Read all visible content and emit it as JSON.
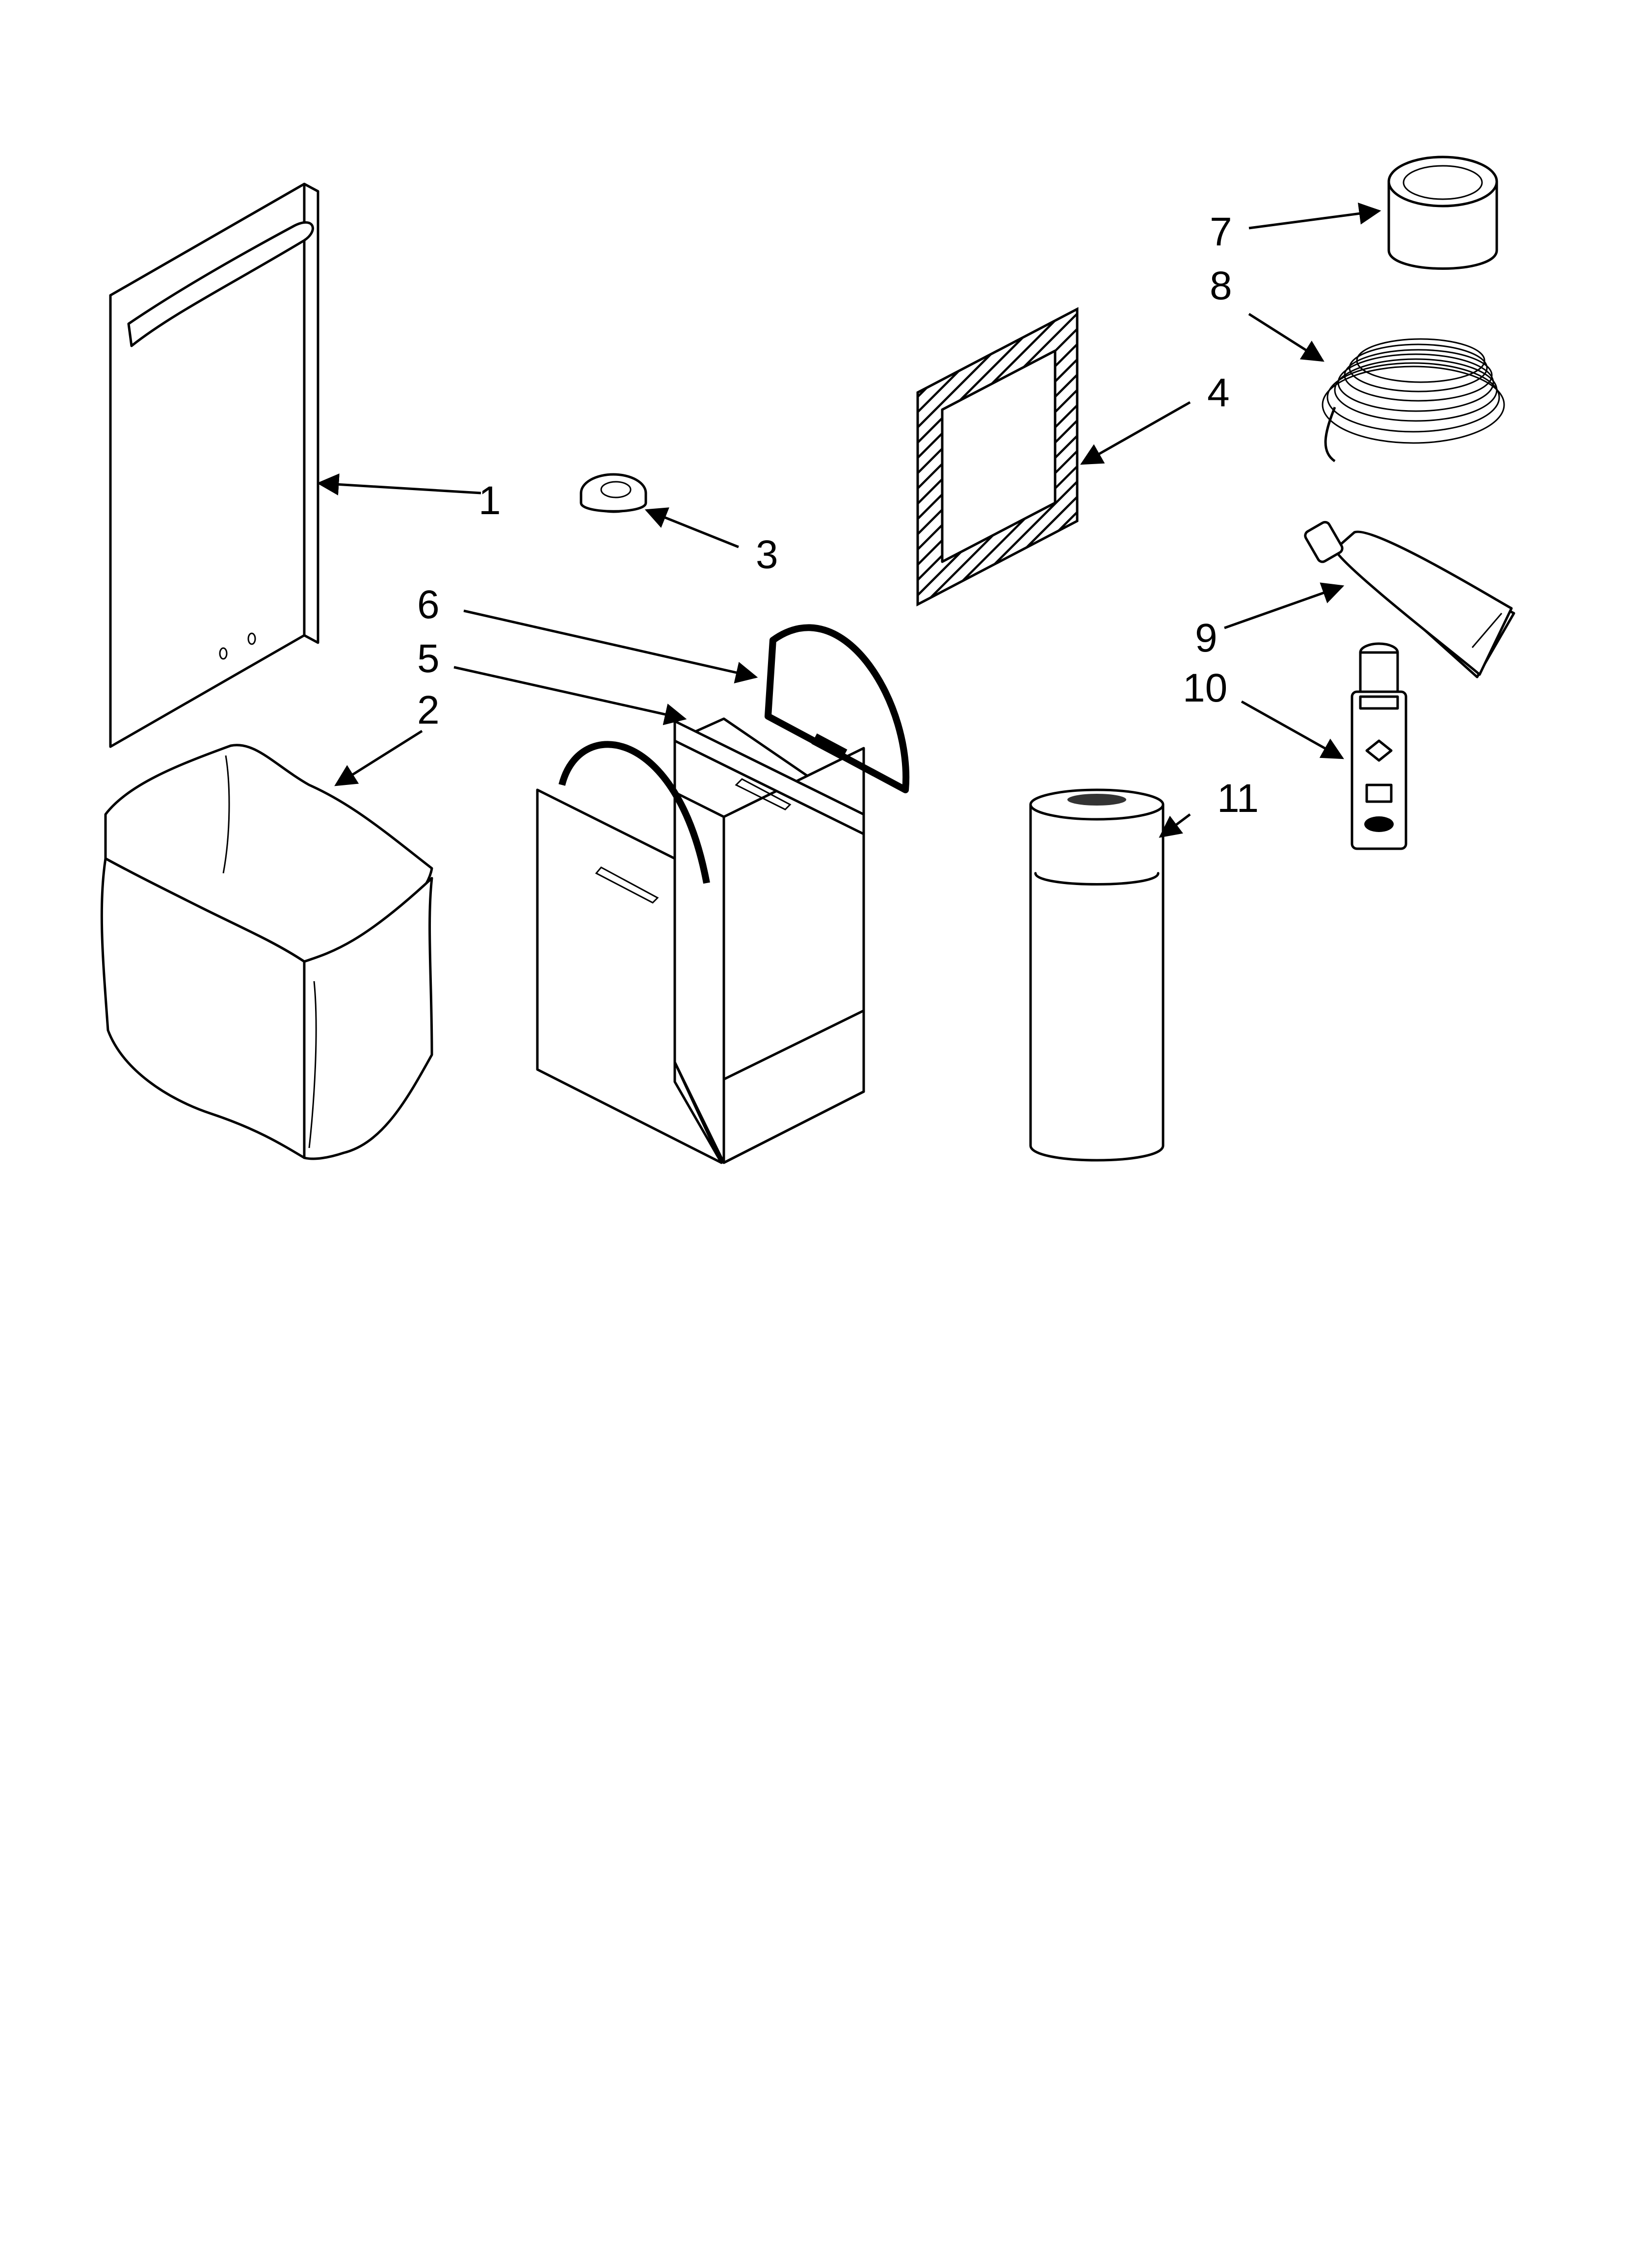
{
  "diagram": {
    "callouts": [
      "1",
      "2",
      "3",
      "4",
      "5",
      "6",
      "7",
      "8",
      "9",
      "10",
      "11"
    ],
    "line_color": "#000000",
    "background": "#ffffff"
  }
}
